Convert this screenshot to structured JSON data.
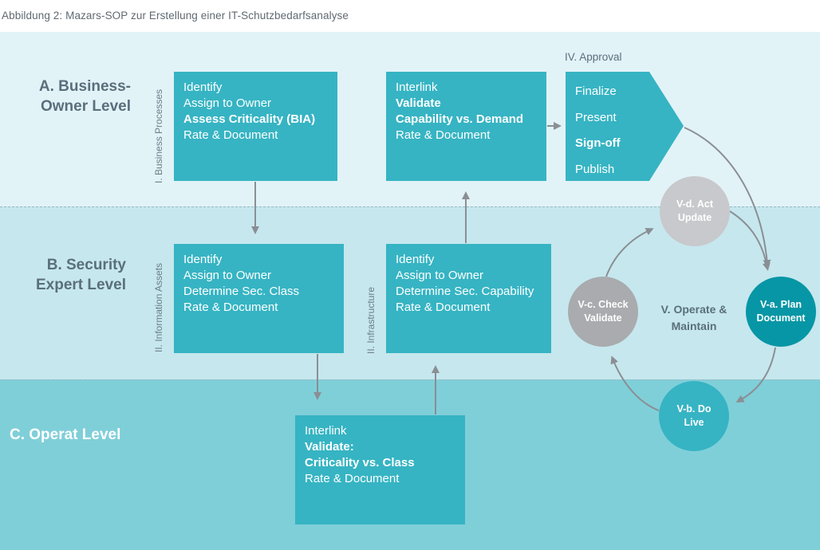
{
  "caption": "Abbildung 2: Mazars-SOP zur Erstellung einer IT-Schutzbedarfsanalyse",
  "levels": {
    "a_line1": "A. Business-",
    "a_line2": "Owner Level",
    "b_line1": "B. Security",
    "b_line2": "Expert Level",
    "c": "C. Operat Level"
  },
  "side_labels": {
    "business_processes": "I. Business Processes",
    "information_assets": "II. Information Assets",
    "infrastructure": "II. Infrastructure"
  },
  "boxes": {
    "business_processes": [
      "Identify",
      "Assign to Owner",
      "Assess Criticality (BIA)",
      "Rate & Document"
    ],
    "capability_interlink": [
      "Interlink",
      "Validate",
      "Capability vs. Demand",
      "Rate & Document"
    ],
    "information_assets": [
      "Identify",
      "Assign to Owner",
      "Determine Sec. Class",
      "Rate & Document"
    ],
    "infrastructure": [
      "Identify",
      "Assign to Owner",
      "Determine Sec. Capability",
      "Rate & Document"
    ],
    "criticality_interlink": [
      "Interlink",
      "Validate:",
      "Criticality vs. Class",
      "Rate & Document"
    ]
  },
  "approval": {
    "title": "IV. Approval",
    "items": [
      "Finalize",
      "Present",
      "Sign-off",
      "Publish"
    ]
  },
  "cycle": {
    "center_line1": "V. Operate &",
    "center_line2": "Maintain",
    "act": [
      "V-d. Act",
      "Update"
    ],
    "check": [
      "V-c. Check",
      "Validate"
    ],
    "plan": [
      "V-a. Plan",
      "Document"
    ],
    "do": [
      "V-b. Do",
      "Live"
    ]
  },
  "colors": {
    "box": "#36b4c3",
    "plan_circle": "#0796a5",
    "act_circle": "#c8c9cc",
    "check_circle": "#a9abae",
    "arrow": "#8a8f94"
  }
}
